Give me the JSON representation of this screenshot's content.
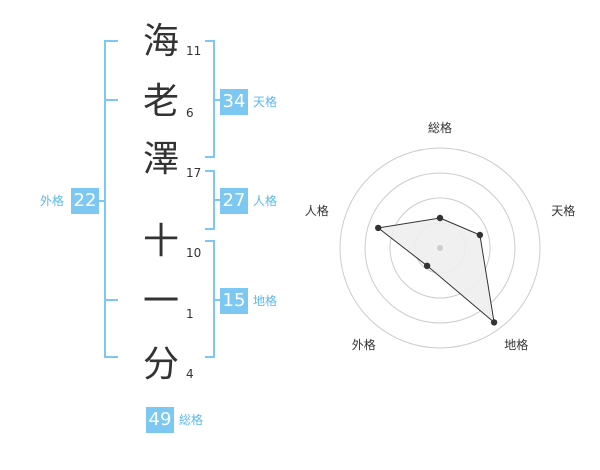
{
  "name": {
    "characters": [
      {
        "char": "海",
        "strokes": "11"
      },
      {
        "char": "老",
        "strokes": "6"
      },
      {
        "char": "澤",
        "strokes": "17"
      },
      {
        "char": "十",
        "strokes": "10"
      },
      {
        "char": "一",
        "strokes": "1"
      },
      {
        "char": "分",
        "strokes": "4"
      }
    ]
  },
  "kaku": {
    "tenkaku": {
      "label": "天格",
      "value": "34"
    },
    "jinkaku": {
      "label": "人格",
      "value": "27"
    },
    "chikaku": {
      "label": "地格",
      "value": "15"
    },
    "gaikaku": {
      "label": "外格",
      "value": "22"
    },
    "soukaku": {
      "label": "総格",
      "value": "49"
    }
  },
  "accent_color": "#7cc8f2",
  "chart_data": {
    "type": "radar",
    "axes": [
      "総格",
      "天格",
      "地格",
      "外格",
      "人格"
    ],
    "values": [
      0.3,
      0.42,
      0.92,
      0.22,
      0.65
    ],
    "max": 1,
    "rings": 4
  }
}
